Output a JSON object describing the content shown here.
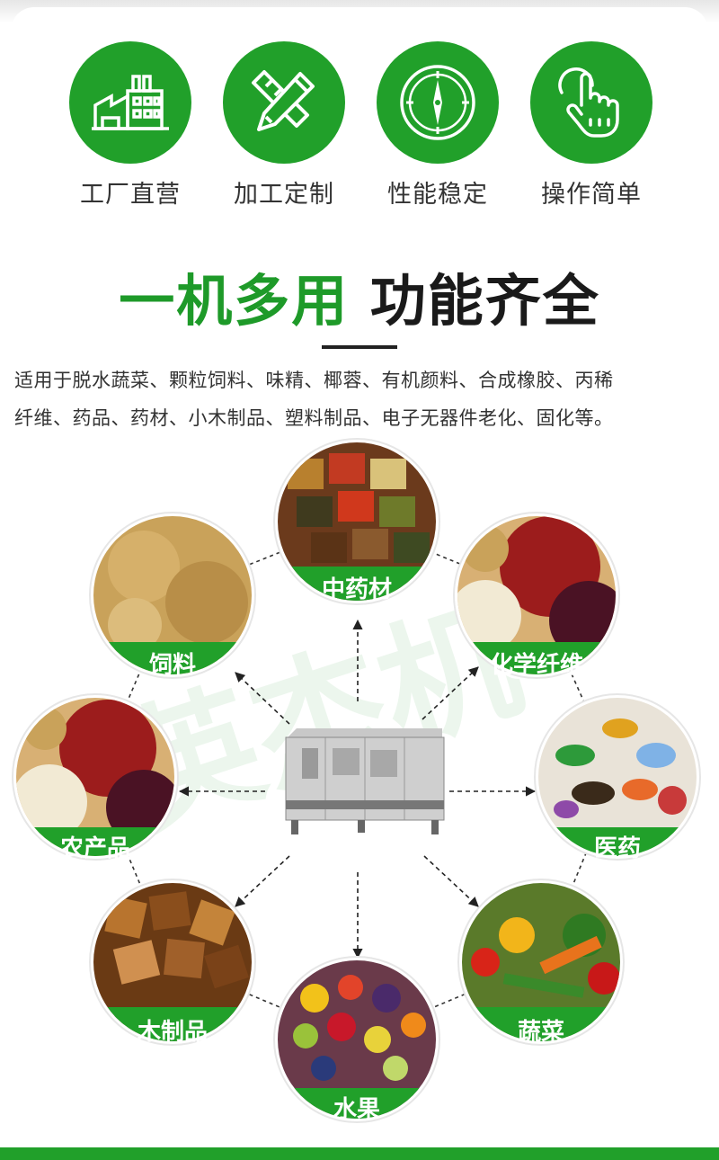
{
  "features": [
    {
      "label": "工厂直营",
      "icon": "factory-icon"
    },
    {
      "label": "加工定制",
      "icon": "pencil-ruler-icon"
    },
    {
      "label": "性能稳定",
      "icon": "compass-icon"
    },
    {
      "label": "操作简单",
      "icon": "tap-hand-icon"
    }
  ],
  "headline": {
    "green": "一机多用",
    "dark": "功能齐全"
  },
  "description": {
    "line1": "适用于脱水蔬菜、颗粒饲料、味精、椰蓉、有机颜料、合成橡胶、丙稀",
    "line2": "纤维、药品、药材、小木制品、塑料制品、电子无器件老化、固化等。"
  },
  "watermark": "英杰机",
  "applications": [
    "中药材",
    "化学纤维",
    "医药",
    "蔬菜",
    "水果",
    "木制品",
    "农产品",
    "饲料"
  ],
  "colors": {
    "brand_green": "#21a02a",
    "headline_green": "#1e9a29",
    "text": "#333333"
  }
}
